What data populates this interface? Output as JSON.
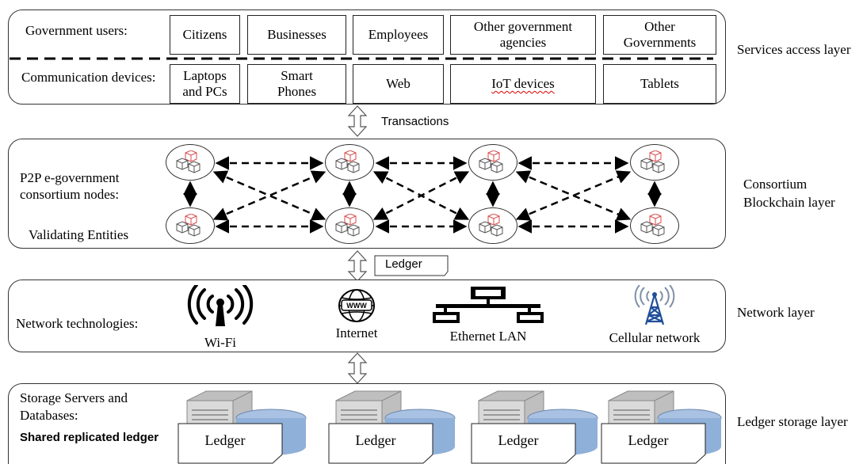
{
  "services_layer": {
    "users_label": "Government users:",
    "users": [
      "Citizens",
      "Businesses",
      "Employees",
      "Other government agencies",
      "Other Governments"
    ],
    "devices_label": "Communication devices:",
    "devices": [
      "Laptops and PCs",
      "Smart Phones",
      "Web",
      "IoT devices",
      "Tablets"
    ],
    "side_label": "Services access layer"
  },
  "connector_1": {
    "label": "Transactions"
  },
  "blockchain_layer": {
    "nodes_label": "P2P e-government consortium nodes:",
    "validating_label": "Validating Entities",
    "side_label": "Consortium Blockchain layer"
  },
  "connector_2": {
    "label": "Ledger"
  },
  "network_layer": {
    "label": "Network technologies:",
    "items": [
      {
        "name": "Wi-Fi",
        "icon": "wifi-icon"
      },
      {
        "name": "Internet",
        "icon": "globe-www-icon"
      },
      {
        "name": "Ethernet LAN",
        "icon": "ethernet-lan-icon"
      },
      {
        "name": "Cellular network",
        "icon": "cell-tower-icon"
      }
    ],
    "side_label": "Network layer"
  },
  "storage_layer": {
    "label": "Storage Servers and Databases:",
    "bold_label": "Shared replicated ledger",
    "ledgers": [
      "Ledger",
      "Ledger",
      "Ledger",
      "Ledger"
    ],
    "side_label": "Ledger storage layer"
  },
  "colors": {
    "border": "#333333",
    "node_cube": "#d94b4b",
    "database": "#8fb0d8",
    "server": "#a6a6a6"
  }
}
